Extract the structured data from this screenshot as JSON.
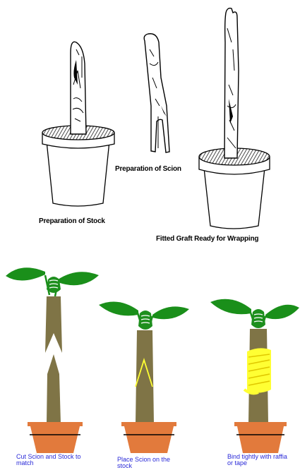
{
  "top_labels": {
    "scion": "Preparation of Scion",
    "stock": "Preparation of Stock",
    "fitted": "Fitted Graft Ready for Wrapping"
  },
  "bottom_captions": {
    "cut": [
      "Cut Scion and Stock to",
      "match"
    ],
    "place": [
      "Place Scion on the",
      "stock"
    ],
    "bind": [
      "Bind tightly with raffia",
      "or tape"
    ]
  },
  "colors": {
    "stem": "#7f7446",
    "leaf": "#1a8f1a",
    "bud": "#1e8f1e",
    "pot": "#e27a3c",
    "tape": "#ffff33",
    "caption": "#2a2ad8"
  }
}
